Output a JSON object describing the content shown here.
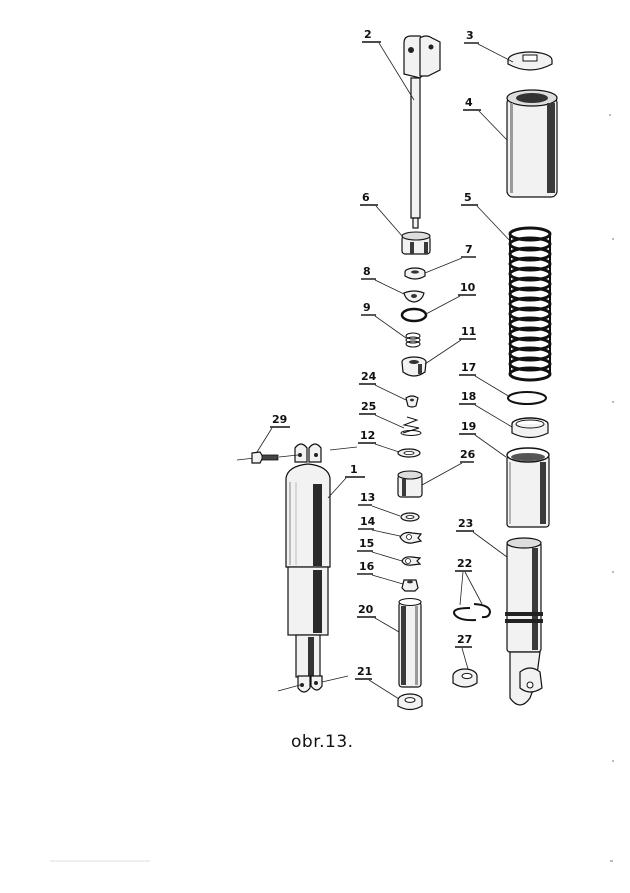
{
  "figure": {
    "caption": "obr.13.",
    "description": "Exploded view of a telescopic shock absorber / suspension strut with numbered parts"
  },
  "labels": {
    "p1": "1",
    "p2": "2",
    "p3": "3",
    "p4": "4",
    "p5": "5",
    "p6": "6",
    "p7": "7",
    "p8": "8",
    "p9": "9",
    "p10": "10",
    "p11": "11",
    "p12": "12",
    "p13": "13",
    "p14": "14",
    "p15": "15",
    "p16": "16",
    "p17": "17",
    "p18": "18",
    "p19": "19",
    "p20": "20",
    "p21": "21",
    "p22": "22",
    "p23": "23",
    "p24": "24",
    "p25": "25",
    "p26": "26",
    "p27": "27",
    "p29": "29"
  },
  "parts": [
    {
      "id": "1",
      "name": "shock-absorber-body"
    },
    {
      "id": "2",
      "name": "piston-rod-with-fork"
    },
    {
      "id": "3",
      "name": "top-cap-disc"
    },
    {
      "id": "4",
      "name": "upper-cover-tube"
    },
    {
      "id": "5",
      "name": "coil-spring"
    },
    {
      "id": "6",
      "name": "nut"
    },
    {
      "id": "7",
      "name": "washer-nut"
    },
    {
      "id": "8",
      "name": "cup-washer"
    },
    {
      "id": "9",
      "name": "small-spring"
    },
    {
      "id": "10",
      "name": "o-ring"
    },
    {
      "id": "11",
      "name": "guide-nut"
    },
    {
      "id": "12",
      "name": "flat-washer"
    },
    {
      "id": "13",
      "name": "flat-washer"
    },
    {
      "id": "14",
      "name": "lock-tab"
    },
    {
      "id": "15",
      "name": "lock-tab"
    },
    {
      "id": "16",
      "name": "hex-nut"
    },
    {
      "id": "17",
      "name": "ring"
    },
    {
      "id": "18",
      "name": "collar-ring"
    },
    {
      "id": "19",
      "name": "lower-cup"
    },
    {
      "id": "20",
      "name": "sleeve-tube"
    },
    {
      "id": "21",
      "name": "bearing-bushing"
    },
    {
      "id": "22",
      "name": "circlips"
    },
    {
      "id": "23",
      "name": "lower-tube-with-eye"
    },
    {
      "id": "24",
      "name": "small-valve-nut"
    },
    {
      "id": "25",
      "name": "conical-spring"
    },
    {
      "id": "26",
      "name": "bushing"
    },
    {
      "id": "27",
      "name": "bearing-bushing"
    },
    {
      "id": "29",
      "name": "mounting-bolt"
    }
  ]
}
